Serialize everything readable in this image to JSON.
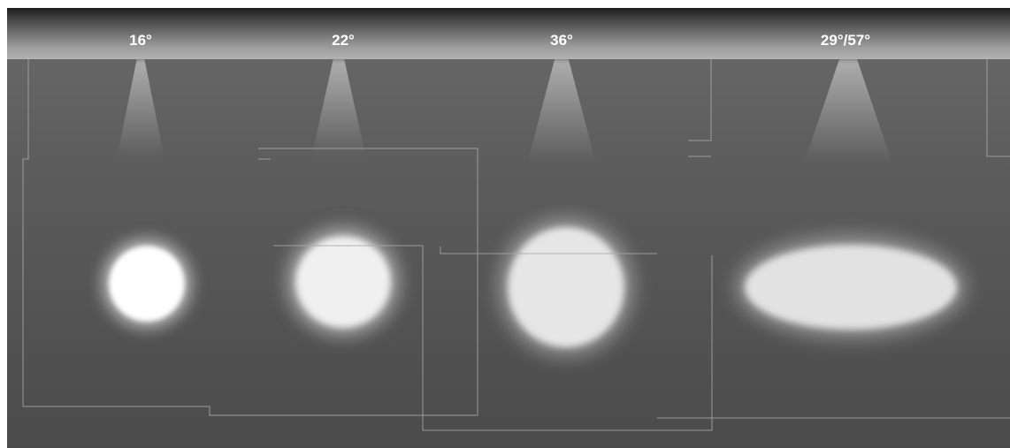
{
  "beams": [
    {
      "label": "16°",
      "spot_color": "#ffffff"
    },
    {
      "label": "22°",
      "spot_color": "#f0f0f0"
    },
    {
      "label": "36°",
      "spot_color": "#e6e6e6"
    },
    {
      "label": "29°/57°",
      "spot_color": "#e2e2e2"
    }
  ]
}
